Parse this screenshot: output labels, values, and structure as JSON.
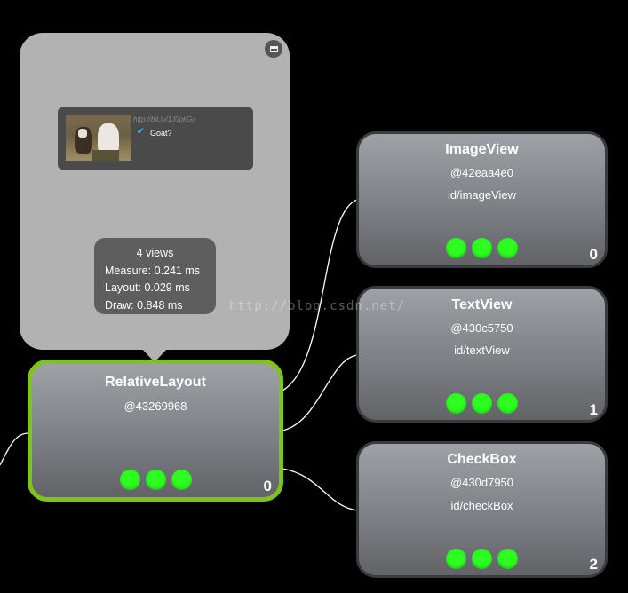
{
  "preview": {
    "device_url": "http://bit.ly/1J0pkGo",
    "device_checkbox_label": "Goat?",
    "stats": {
      "views": "4 views",
      "measure": "Measure: 0.241 ms",
      "layout": "Layout: 0.029 ms",
      "draw": "Draw: 0.848 ms"
    }
  },
  "nodes": [
    {
      "key": "relative",
      "title": "RelativeLayout",
      "hash": "@43269968",
      "id": "",
      "index": "0",
      "selected": true
    },
    {
      "key": "image",
      "title": "ImageView",
      "hash": "@42eaa4e0",
      "id": "id/imageView",
      "index": "0",
      "selected": false
    },
    {
      "key": "text",
      "title": "TextView",
      "hash": "@430c5750",
      "id": "id/textView",
      "index": "1",
      "selected": false
    },
    {
      "key": "check",
      "title": "CheckBox",
      "hash": "@430d7950",
      "id": "id/checkBox",
      "index": "2",
      "selected": false
    }
  ],
  "watermark": "http://blog.csdn.net/",
  "colors": {
    "background": "#000000",
    "node_border": "#3a3b3e",
    "selected_border": "#7fc41b",
    "status_dot": "#2cff1f"
  },
  "icons": {
    "expand": "expand-window-icon",
    "checkbox": "checkmark-icon"
  }
}
